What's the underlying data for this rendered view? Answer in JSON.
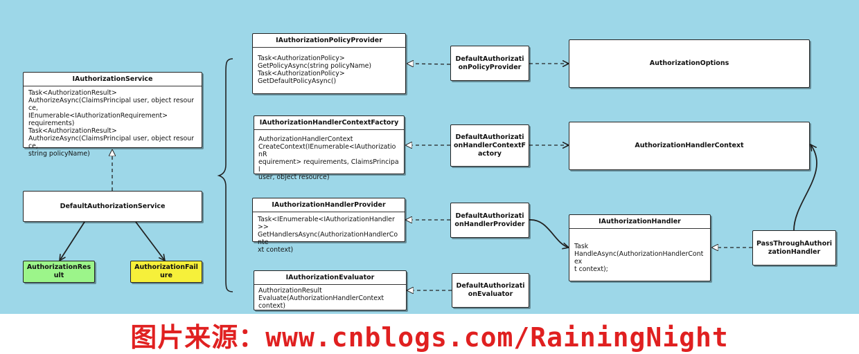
{
  "colors": {
    "background": "#9dd7e8",
    "green_box": "#9cf58a",
    "yellow_box": "#f6f03a",
    "caption": "#e02020"
  },
  "boxes": {
    "iauth_service": {
      "title": "IAuthorizationService",
      "body": "Task<AuthorizationResult>\nAuthorizeAsync(ClaimsPrincipal user, object resource,\nIEnumerable<IAuthorizationRequirement>\nrequirements)\nTask<AuthorizationResult>\nAuthorizeAsync(ClaimsPrincipal user, object resource,\nstring policyName)"
    },
    "default_service": {
      "label": "DefaultAuthorizationService"
    },
    "result": {
      "label": "AuthorizationRes\nult"
    },
    "failure": {
      "label": "AuthorizationFail\nure"
    },
    "policy_provider": {
      "title": "IAuthorizationPolicyProvider",
      "body": "Task<AuthorizationPolicy>\nGetPolicyAsync(string policyName)\nTask<AuthorizationPolicy>\nGetDefaultPolicyAsync()"
    },
    "context_factory": {
      "title": "IAuthorizationHandlerContextFactory",
      "body": "AuthorizationHandlerContext\nCreateContext(IEnumerable<IAuthorizationR\nequirement> requirements, ClaimsPrincipal\nuser, object resource)"
    },
    "handler_provider": {
      "title": "IAuthorizationHandlerProvider",
      "body": "Task<IEnumerable<IAuthorizationHandler>>\nGetHandlersAsync(AuthorizationHandlerConte\nxt context)"
    },
    "evaluator": {
      "title": "IAuthorizationEvaluator",
      "body": "AuthorizationResult\nEvaluate(AuthorizationHandlerContext\ncontext)"
    },
    "default_policy_provider": {
      "label": "DefaultAuthorizati\nonPolicyProvider"
    },
    "default_context_factory": {
      "label": "DefaultAuthorizati\nonHandlerContextF\nactory"
    },
    "default_handler_provider": {
      "label": "DefaultAuthorizati\nonHandlerProvider"
    },
    "default_evaluator": {
      "label": "DefaultAuthorizati\nonEvaluator"
    },
    "authorization_options": {
      "label": "AuthorizationOptions"
    },
    "handler_context": {
      "label": "AuthorizationHandlerContext"
    },
    "iauth_handler": {
      "title": "IAuthorizationHandler",
      "body": "Task\nHandleAsync(AuthorizationHandlerContex\nt context);"
    },
    "passthrough": {
      "label": "PassThroughAuthori\nzationHandler"
    }
  },
  "caption": "图片来源：www.cnblogs.com/RainingNight"
}
